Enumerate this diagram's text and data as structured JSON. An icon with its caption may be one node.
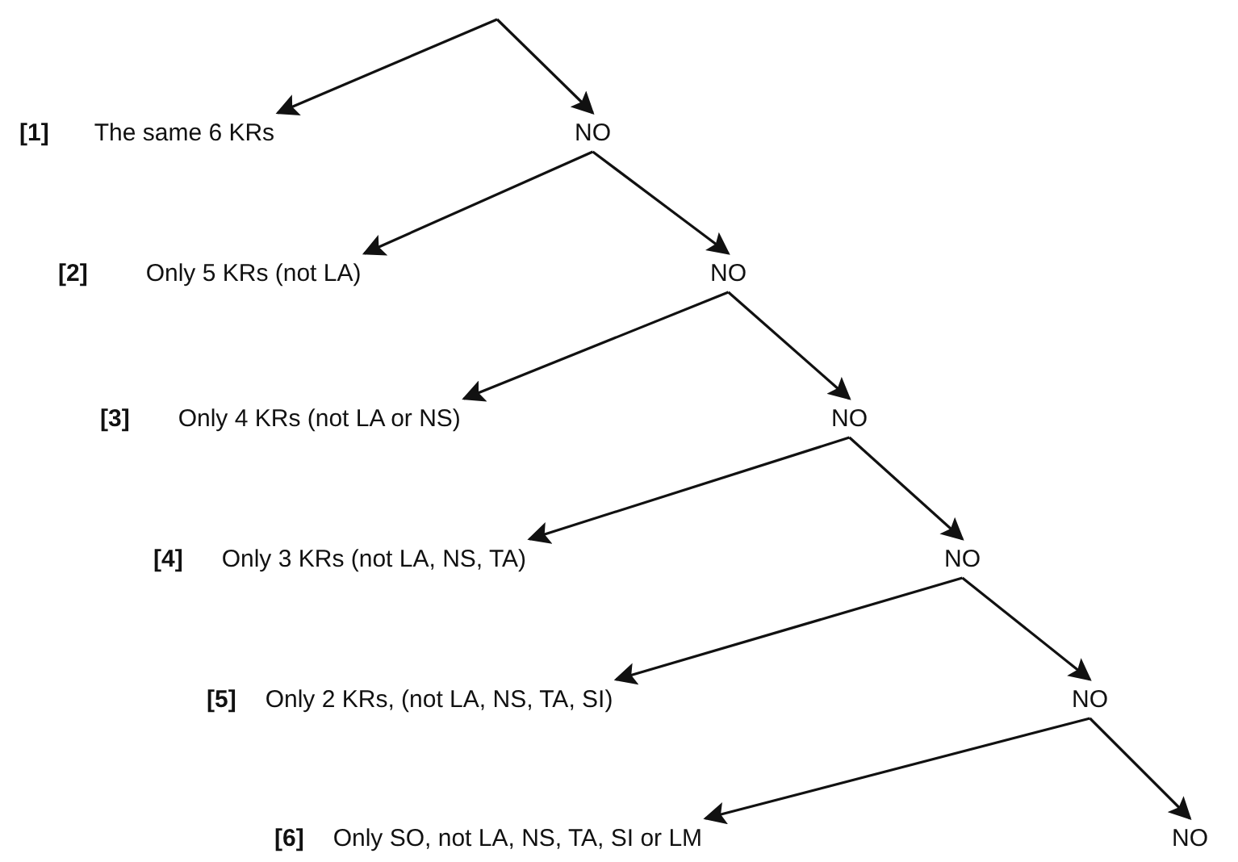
{
  "diagram": {
    "nodes": [
      {
        "text": [
          "[1]",
          "The same 6 KRs"
        ]
      },
      {
        "text": [
          "NO"
        ]
      },
      {
        "text": [
          "[2]",
          "Only 5  KRs (not LA)"
        ]
      },
      {
        "text": [
          "NO"
        ]
      },
      {
        "text": [
          "[3]",
          "Only 4 KRs (not LA or NS)"
        ]
      },
      {
        "text": [
          "NO"
        ]
      },
      {
        "text": [
          "[4]",
          "Only 3 KRs (not LA, NS, TA)"
        ]
      },
      {
        "text": [
          "NO"
        ]
      },
      {
        "text": [
          "[5]",
          "Only 2 KRs, (not LA, NS, TA, SI)"
        ]
      },
      {
        "text": [
          "NO"
        ]
      },
      {
        "text": [
          "[6]",
          "Only SO, not LA, NS, TA, SI or LM"
        ]
      },
      {
        "text": [
          "NO"
        ]
      }
    ],
    "edges": [
      {
        "from": null,
        "to": 0,
        "arrow": "to"
      },
      {
        "from": null,
        "to": 1,
        "arrow": "to"
      },
      {
        "from": 1,
        "to": 2,
        "arrow": "to"
      },
      {
        "from": 1,
        "to": 3,
        "arrow": "to"
      },
      {
        "from": 3,
        "to": 4,
        "arrow": "to"
      },
      {
        "from": 3,
        "to": 5,
        "arrow": "to"
      },
      {
        "from": 5,
        "to": 6,
        "arrow": "to"
      },
      {
        "from": 5,
        "to": 7,
        "arrow": "to"
      },
      {
        "from": 7,
        "to": 8,
        "arrow": "to"
      },
      {
        "from": 7,
        "to": 9,
        "arrow": "to"
      },
      {
        "from": 9,
        "to": 10,
        "arrow": "to"
      },
      {
        "from": 9,
        "to": 11,
        "arrow": "to"
      }
    ]
  }
}
